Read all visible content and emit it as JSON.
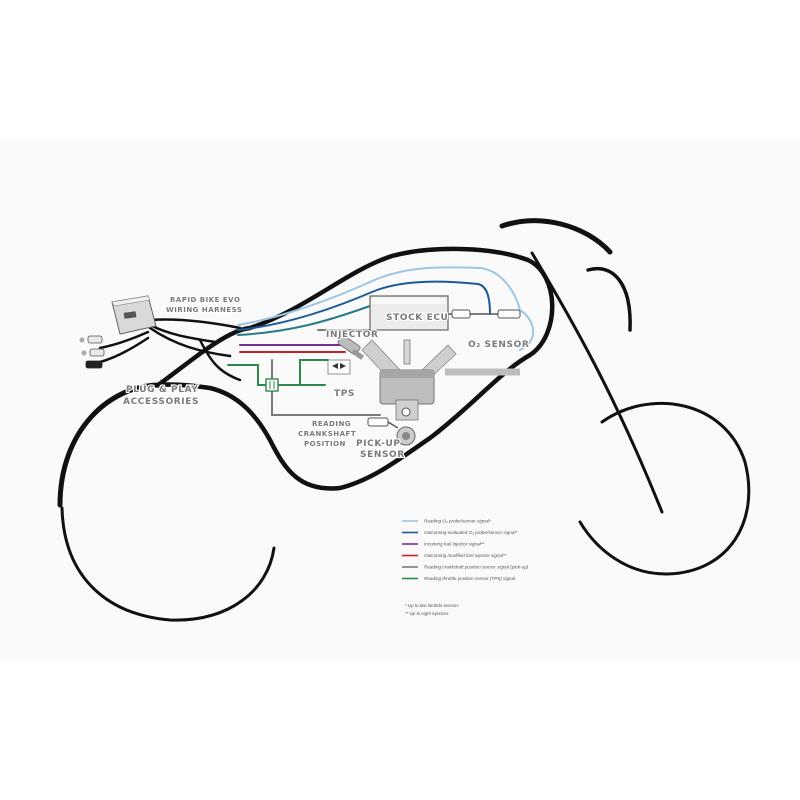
{
  "labels": {
    "harness": [
      "RAPID BIKE EVO",
      "WIRING HARNESS"
    ],
    "accessories": [
      "PLUG & PLAY",
      "ACCESSORIES"
    ],
    "injector": "INJECTOR",
    "stock_ecu": "STOCK ECU",
    "o2_sensor": "O₂ SENSOR",
    "tps": "TPS",
    "reading_position": [
      "READING",
      "CRANKSHAFT",
      "POSITION"
    ],
    "pickup_sensor": [
      "PICK-UP",
      "SENSOR"
    ]
  },
  "legend": [
    {
      "text": "Reading O₂ probe/sensor signal*",
      "color": "#9cc6e4"
    },
    {
      "text": "Outcoming evaluated O₂ probe/sensor signal*",
      "color": "#1e5a96"
    },
    {
      "text": "Incoming fuel injector signal**",
      "color": "#7b2c8c"
    },
    {
      "text": "Outcoming modified fuel injector signal**",
      "color": "#c8202a"
    },
    {
      "text": "Reading crankshaft position sensor signal (pick-up)",
      "color": "#7a7a7a"
    },
    {
      "text": "Reading throttle position sensor (TPS) signal",
      "color": "#2e8a4a"
    }
  ],
  "footnotes": [
    "* Up to two lambda sensors",
    "** Up to eight injectors"
  ],
  "colors": {
    "frame": "#111111",
    "harness_gray": "#7a7a7a",
    "o2_light": "#9cc6e4",
    "o2_dark": "#1e5a96",
    "injector_in": "#7b2c8c",
    "injector_out": "#c8202a",
    "tps": "#2e8a4a"
  }
}
